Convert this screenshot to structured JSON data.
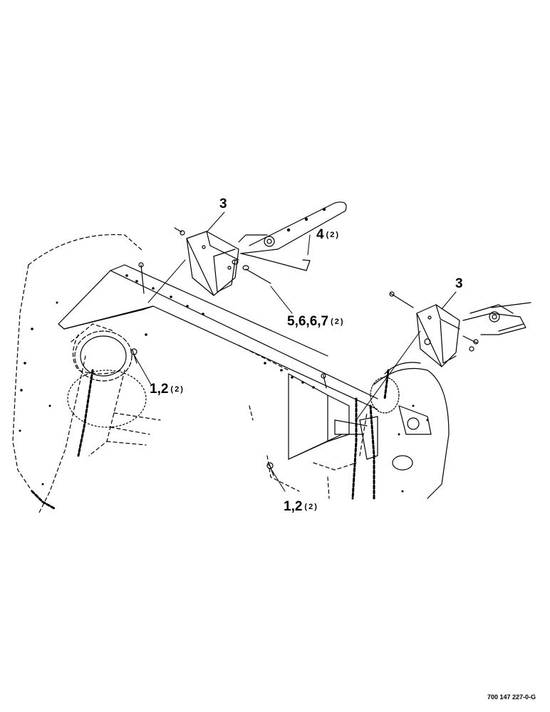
{
  "callouts": {
    "c3_left": {
      "number": "3",
      "qty": ""
    },
    "c4": {
      "number": "4",
      "qty": "(2)"
    },
    "c5": {
      "number": "5,6,6,7",
      "qty": "(2)"
    },
    "c3_right": {
      "number": "3",
      "qty": ""
    },
    "c12_left": {
      "number": "1,2",
      "qty": "(2)"
    },
    "c12_right": {
      "number": "1,2",
      "qty": "(2)"
    }
  },
  "doc_number": "700 147 227-0-G",
  "colors": {
    "line": "#000000",
    "background": "#ffffff"
  }
}
